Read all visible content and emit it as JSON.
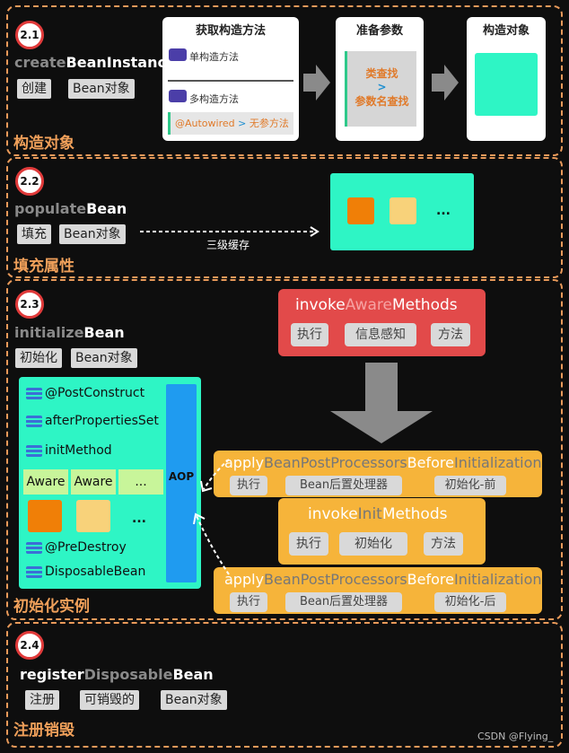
{
  "s1": {
    "num": "2.1",
    "method_pre": "create",
    "method_post": "BeanInstance",
    "tags": [
      "创建",
      "Bean对象"
    ],
    "title": "构造对象",
    "card1": {
      "title": "获取构造方法",
      "item1": "单构造方法",
      "item2": "多构造方法",
      "autowired": "@Autowired",
      "gt": ">",
      "noarg": "无参方法"
    },
    "card2": {
      "title": "准备参数",
      "line1": "类查找",
      "gt": ">",
      "line2": "参数名查找"
    },
    "card3": {
      "title": "构造对象"
    }
  },
  "s2": {
    "num": "2.2",
    "method_pre": "populate",
    "method_post": "Bean",
    "tags": [
      "填充",
      "Bean对象"
    ],
    "title": "填充属性",
    "cache": "三级缓存",
    "dots": "..."
  },
  "s3": {
    "num": "2.3",
    "method_pre": "initialize",
    "method_post": "Bean",
    "tags": [
      "初始化",
      "Bean对象"
    ],
    "title": "初始化实例",
    "list": {
      "post_construct": "@PostConstruct",
      "after_props": "afterPropertiesSet",
      "init_method": "initMethod",
      "aware1": "Aware",
      "aware2": "Aware",
      "aware_dots": "...",
      "box_dots": "...",
      "pre_destroy": "@PreDestroy",
      "disposable": "DisposableBean",
      "aop": "AOP"
    },
    "aware": {
      "w1": "invoke",
      "w2": "Aware",
      "w3": "Methods",
      "pills": [
        "执行",
        "信息感知",
        "方法"
      ]
    },
    "before": {
      "w1": "apply",
      "w2": "BeanPostProcessors",
      "w3": "Before",
      "w4": "Initialization",
      "pills": [
        "执行",
        "Bean后置处理器",
        "初始化-前"
      ]
    },
    "init": {
      "w1": "invoke",
      "w2": "Init",
      "w3": "Methods",
      "pills": [
        "执行",
        "初始化",
        "方法"
      ]
    },
    "after": {
      "w1": "apply",
      "w2": "BeanPostProcessors",
      "w3": "Before",
      "w4": "Initialization",
      "pills": [
        "执行",
        "Bean后置处理器",
        "初始化-后"
      ]
    }
  },
  "s4": {
    "num": "2.4",
    "method_a": "register",
    "method_b": "Disposable",
    "method_c": "Bean",
    "tags": [
      "注册",
      "可销毁的",
      "Bean对象"
    ],
    "title": "注册销毁"
  },
  "watermark": "CSDN @Flying_",
  "colors": {
    "accent_orange": "#f0a05a",
    "teal": "#2ef5c5",
    "red": "#e24a4a",
    "yellow": "#f6b43a",
    "aop_blue": "#1f9bf0"
  }
}
